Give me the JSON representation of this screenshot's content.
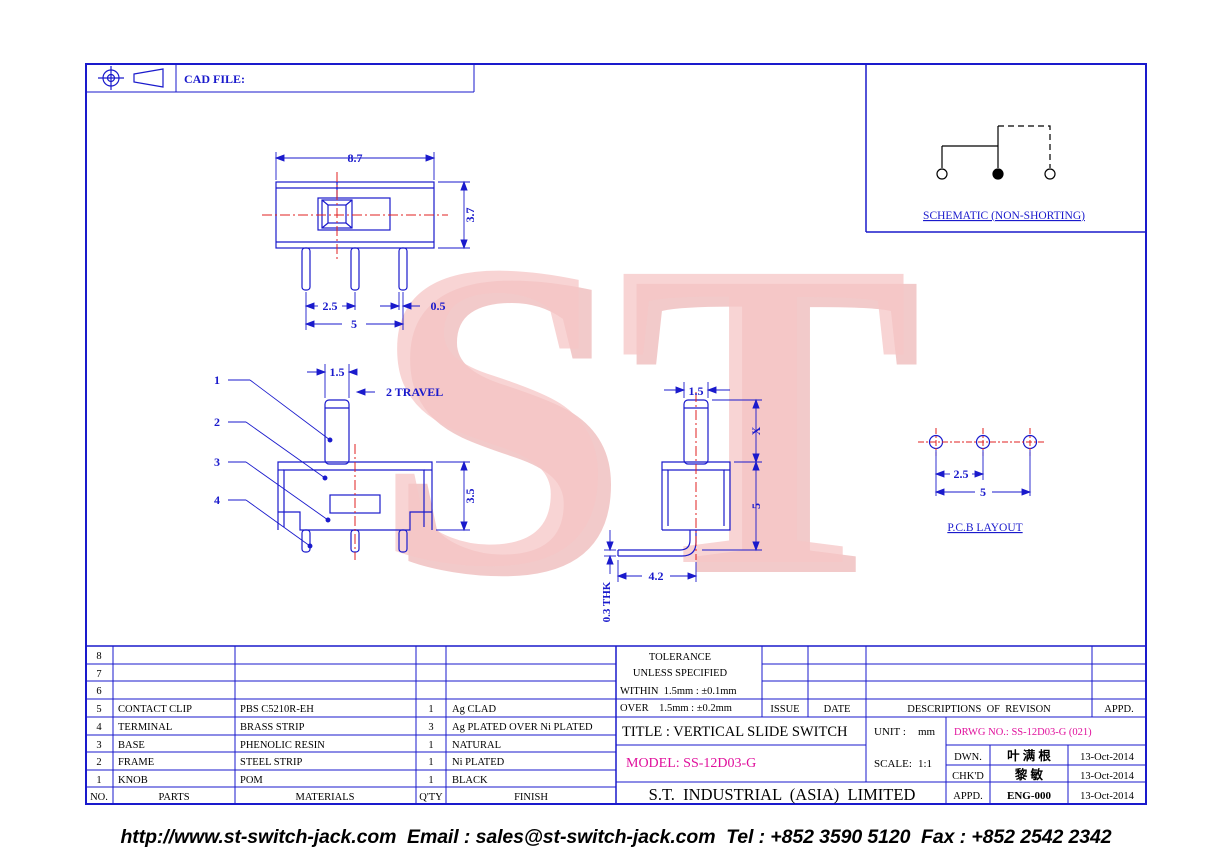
{
  "header": {
    "cad_file_label": "CAD FILE:"
  },
  "watermark": {
    "text": "ST",
    "color": "#f3bcbc"
  },
  "colors": {
    "line": "#1a1acc",
    "center_line": "#e02020",
    "highlight": "#e0109c"
  },
  "top_view": {
    "dim_width": "8.7",
    "dim_height": "3.7",
    "dim_pitch": "2.5",
    "dim_pin": "0.5",
    "dim_span": "5"
  },
  "front_view": {
    "dim_knob": "1.5",
    "dim_travel": "2 TRAVEL",
    "dim_height": "3.5",
    "callouts": [
      "1",
      "2",
      "3",
      "4"
    ]
  },
  "side_view": {
    "dim_knob": "1.5",
    "dim_x": "X",
    "dim_height": "5",
    "dim_lead": "4.2",
    "dim_thk": "0.3 THK"
  },
  "schematic": {
    "label": "SCHEMATIC (NON-SHORTING)"
  },
  "pcb": {
    "label": "P.C.B LAYOUT",
    "dim_pitch": "2.5",
    "dim_span": "5"
  },
  "bom": {
    "headers": [
      "NO.",
      "PARTS",
      "MATERIALS",
      "Q'TY",
      "FINISH"
    ],
    "rows": [
      {
        "no": "8",
        "part": "",
        "material": "",
        "qty": "",
        "finish": ""
      },
      {
        "no": "7",
        "part": "",
        "material": "",
        "qty": "",
        "finish": ""
      },
      {
        "no": "6",
        "part": "",
        "material": "",
        "qty": "",
        "finish": ""
      },
      {
        "no": "5",
        "part": "CONTACT CLIP",
        "material": "PBS C5210R-EH",
        "qty": "1",
        "finish": "Ag CLAD"
      },
      {
        "no": "4",
        "part": "TERMINAL",
        "material": "BRASS STRIP",
        "qty": "3",
        "finish": "Ag PLATED OVER Ni PLATED"
      },
      {
        "no": "3",
        "part": "BASE",
        "material": "PHENOLIC RESIN",
        "qty": "1",
        "finish": "NATURAL"
      },
      {
        "no": "2",
        "part": "FRAME",
        "material": "STEEL STRIP",
        "qty": "1",
        "finish": "Ni PLATED"
      },
      {
        "no": "1",
        "part": "KNOB",
        "material": "POM",
        "qty": "1",
        "finish": "BLACK"
      }
    ]
  },
  "tolerance": {
    "line1": "TOLERANCE",
    "line2": "UNLESS  SPECIFIED",
    "within": "WITHIN  1.5mm : ±0.1mm",
    "over": "OVER    1.5mm : ±0.2mm"
  },
  "revision": {
    "issue": "ISSUE",
    "date": "DATE",
    "desc": "DESCRIPTIONS  OF  REVISON",
    "appd": "APPD."
  },
  "title_block": {
    "title": "TITLE : VERTICAL SLIDE SWITCH",
    "unit_label": "UNIT :",
    "unit_value": "mm",
    "drwg_no": "DRWG NO.: SS-12D03-G (021)",
    "model": "MODEL: SS-12D03-G",
    "scale_label": "SCALE:",
    "scale_value": "1:1",
    "dwn_label": "DWN.",
    "dwn_name": "叶 满 根",
    "dwn_date": "13-Oct-2014",
    "chkd_label": "CHK'D",
    "chkd_name": "黎 敏",
    "chkd_date": "13-Oct-2014",
    "appd_label": "APPD.",
    "appd_name": "ENG-000",
    "appd_date": "13-Oct-2014",
    "company": "S.T.  INDUSTRIAL  (ASIA)  LIMITED"
  },
  "footer": {
    "text": "http://www.st-switch-jack.com  Email : sales@st-switch-jack.com  Tel : +852 3590 5120  Fax : +852 2542 2342"
  }
}
